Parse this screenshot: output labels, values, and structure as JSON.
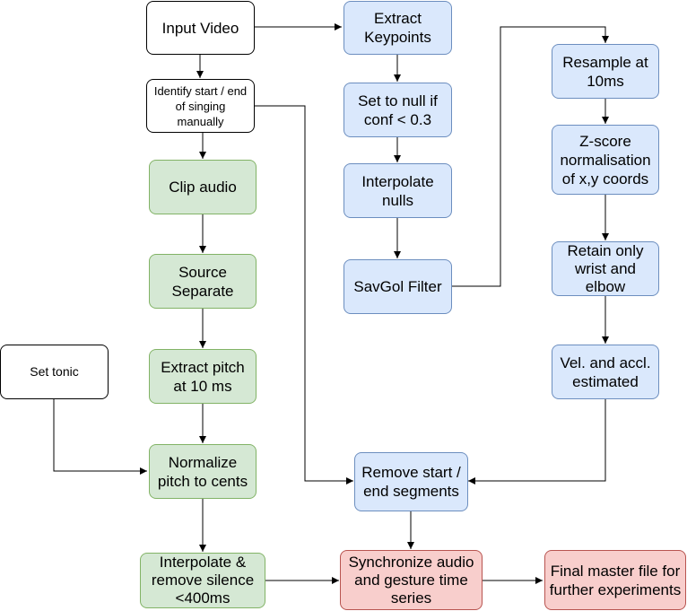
{
  "nodes": {
    "input_video": "Input Video",
    "identify_singing": "Identify start / end\nof singing\nmanually",
    "clip_audio": "Clip audio",
    "source_separate": "Source\nSeparate",
    "extract_pitch": "Extract pitch\nat 10 ms",
    "normalize_pitch": "Normalize\npitch to cents",
    "interpolate_silence": "Interpolate &\nremove silence\n<400ms",
    "set_tonic": "Set tonic",
    "extract_keypoints": "Extract\nKeypoints",
    "set_null": "Set to null if\nconf < 0.3",
    "interpolate_nulls": "Interpolate\nnulls",
    "savgol": "SavGol Filter",
    "resample": "Resample at\n10ms",
    "zscore": "Z-score\nnormalisation\nof x,y coords",
    "retain_wrist": "Retain only\nwrist and\nelbow",
    "vel_accl": "Vel. and accl.\nestimated",
    "remove_segments": "Remove start /\nend segments",
    "synchronize": "Synchronize audio\nand gesture time\nseries",
    "final_master": "Final master file for\nfurther experiments"
  },
  "colors": {
    "start": "#ffffff",
    "video_branch": "#dae8fc",
    "audio_branch": "#d5e8d4",
    "output": "#f8cecc",
    "arrow": "#000000"
  }
}
